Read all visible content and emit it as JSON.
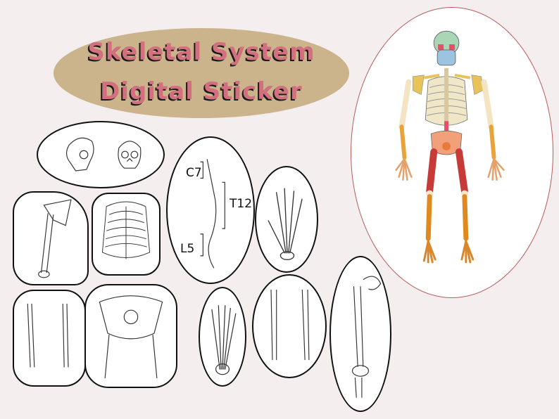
{
  "title": {
    "line1": "Skeletal System",
    "line2": "Digital Sticker"
  },
  "spine_labels": {
    "cervical": "C7",
    "thoracic": "T12",
    "lumbar": "L5"
  },
  "colors": {
    "background": "#f5eeee",
    "title_oval": "#cbb48c",
    "title_text": "#d2707f",
    "title_shadow": "#1a1a1a",
    "skeleton_oval_border": "#b85a5a",
    "skull": "#a9d6b4",
    "jaw": "#9cc3e0",
    "ribs": "#f0e6c8",
    "humerus": "#f4e4c4",
    "forearm": "#e8a33a",
    "pelvis": "#f2a07a",
    "femur": "#c63a3a",
    "tibia": "#e0891f",
    "hands": "#e6a06a",
    "feet": "#d9872d"
  },
  "stickers": [
    {
      "name": "skull-sticker",
      "icon": "skull-icon"
    },
    {
      "name": "scapula-humerus-sticker",
      "icon": "scapula-icon"
    },
    {
      "name": "ribcage-sticker",
      "icon": "ribcage-icon"
    },
    {
      "name": "spine-sticker",
      "icon": "spine-icon"
    },
    {
      "name": "hand-sticker",
      "icon": "hand-icon"
    },
    {
      "name": "forearm-sticker",
      "icon": "forearm-icon"
    },
    {
      "name": "pelvis-sticker",
      "icon": "pelvis-icon"
    },
    {
      "name": "foot-sticker",
      "icon": "foot-icon"
    },
    {
      "name": "lower-leg-sticker",
      "icon": "lower-leg-icon"
    },
    {
      "name": "femur-sticker",
      "icon": "femur-icon"
    }
  ]
}
